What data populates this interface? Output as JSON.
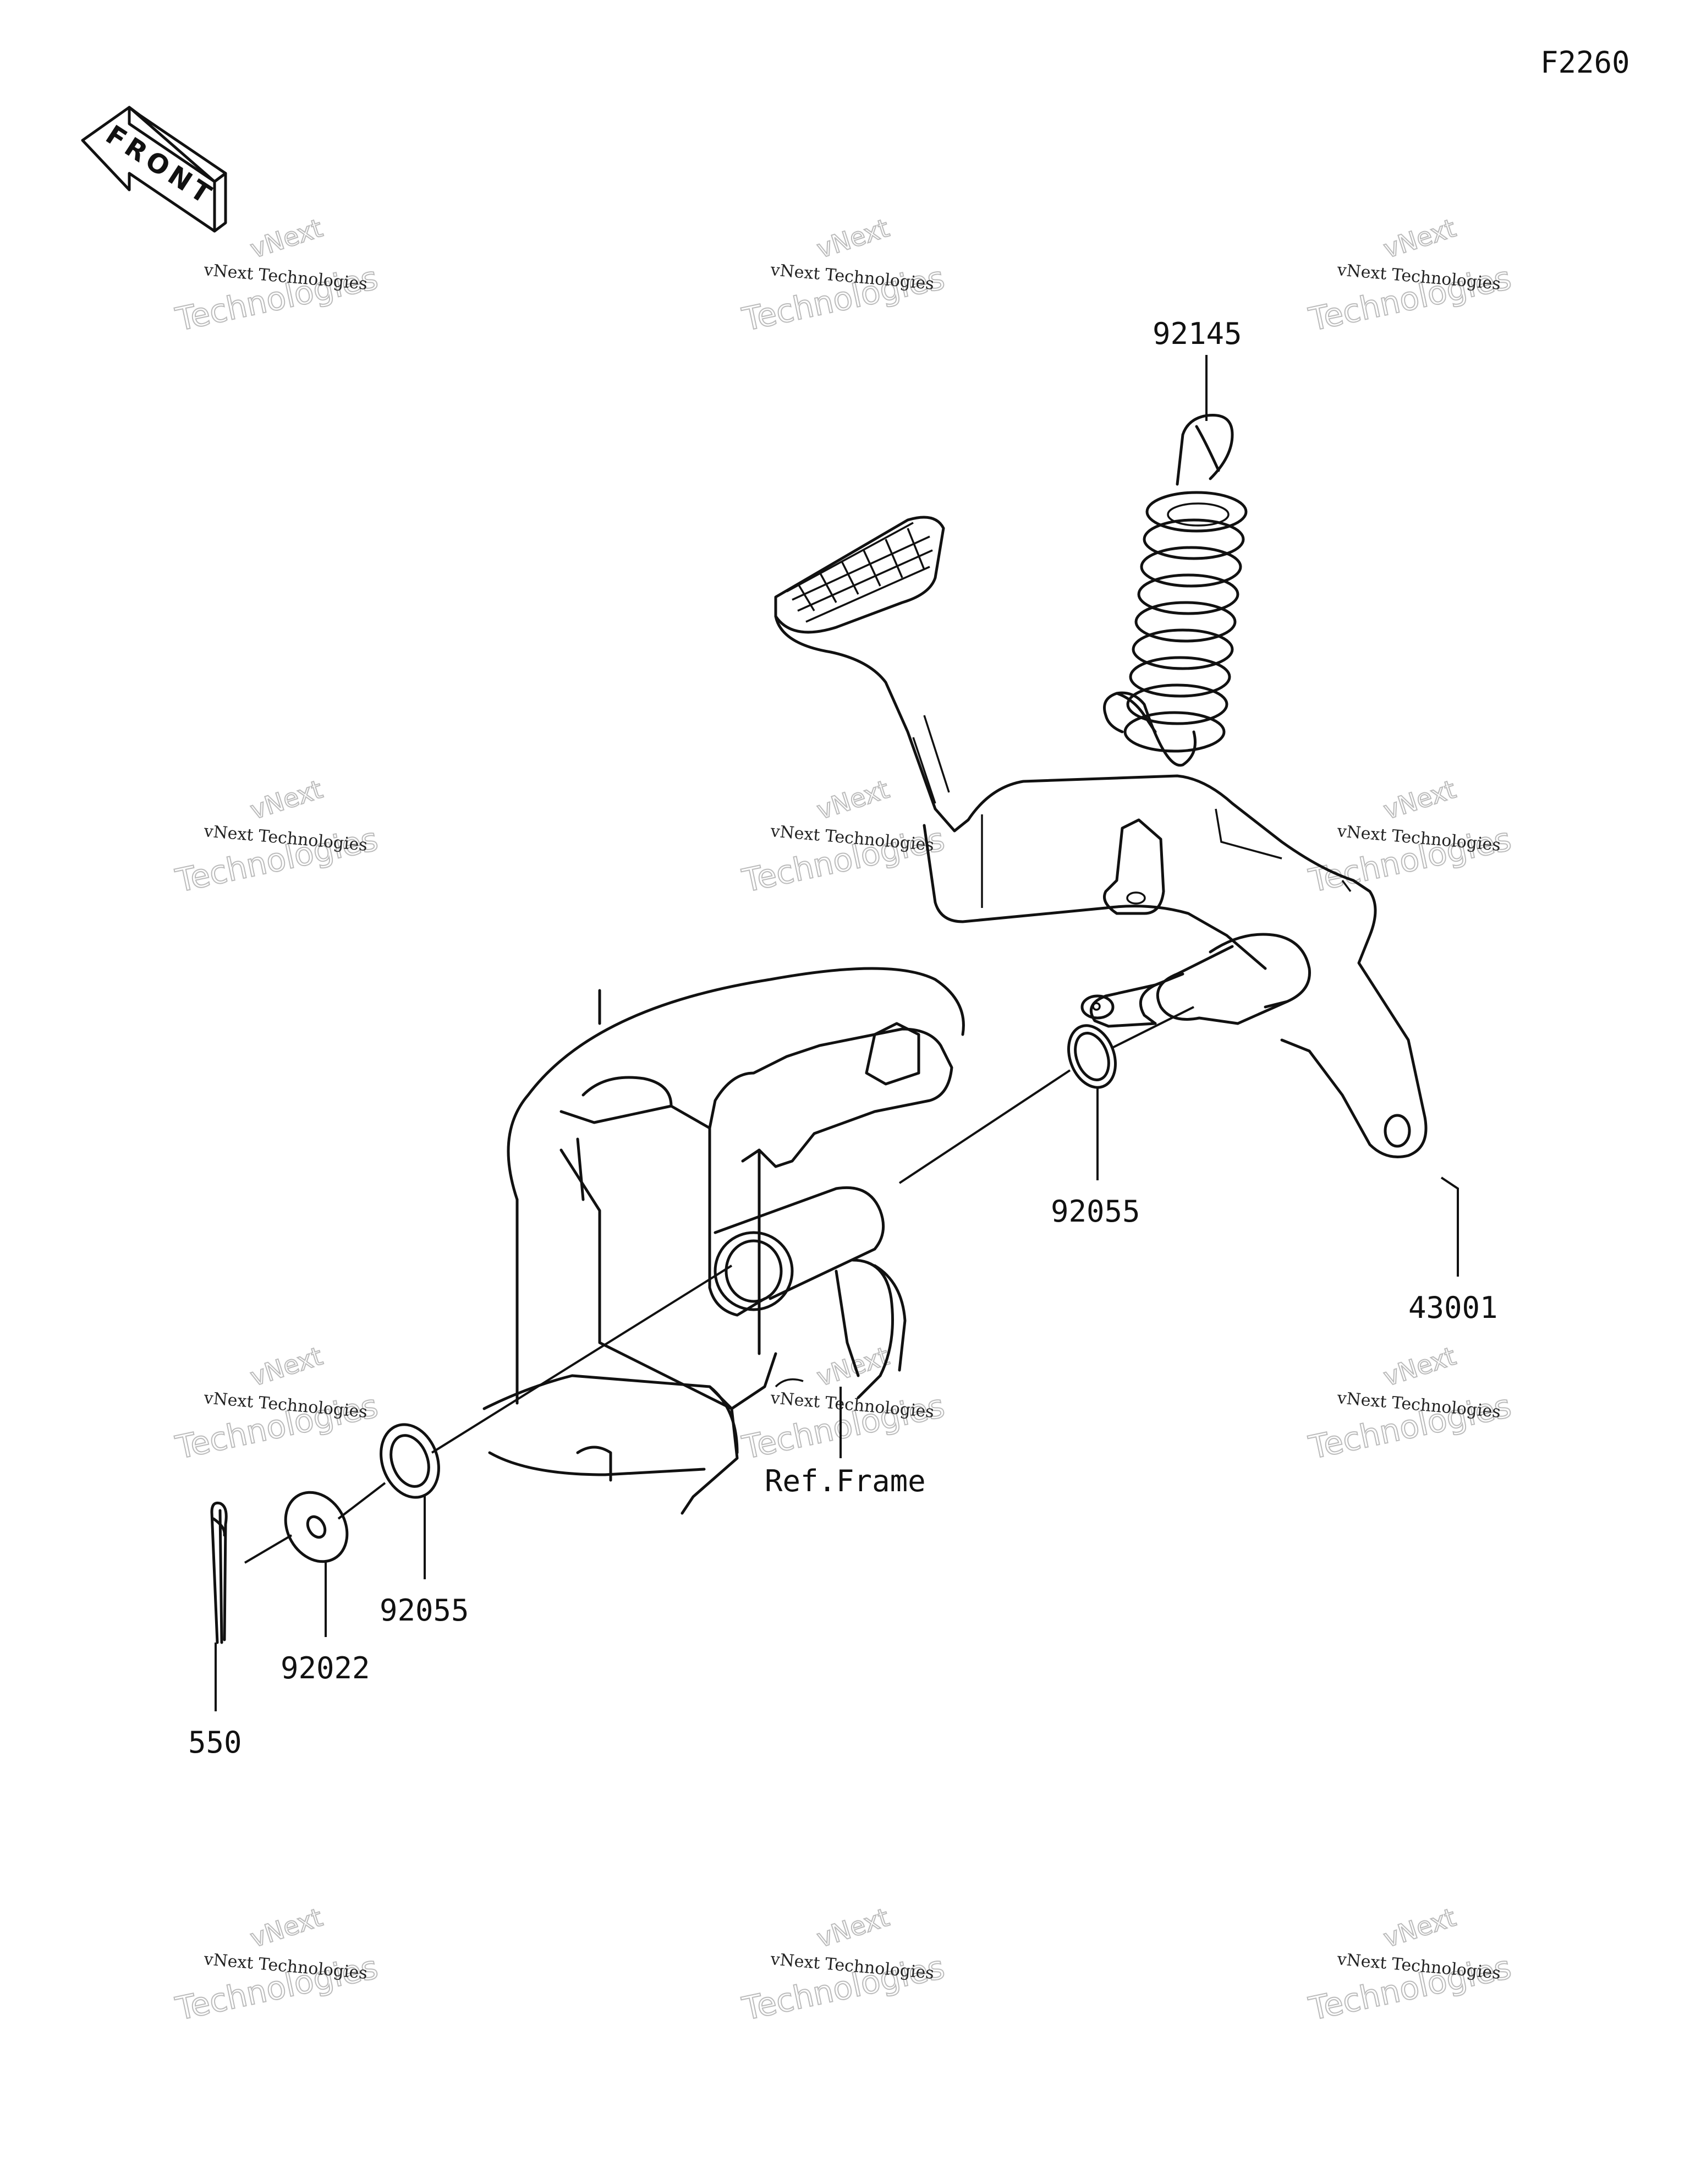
{
  "diagram_id": "F2260",
  "front_label": "FRONT",
  "parts": [
    {
      "number": "92145"
    },
    {
      "number": "43001"
    },
    {
      "number": "92055"
    },
    {
      "number": "92055"
    },
    {
      "number": "92022"
    },
    {
      "number": "550"
    }
  ],
  "reference": "Ref.Frame",
  "watermark": {
    "line_small": "vNext Technologies",
    "line_big": "Technologies",
    "line_top": "vNext"
  }
}
